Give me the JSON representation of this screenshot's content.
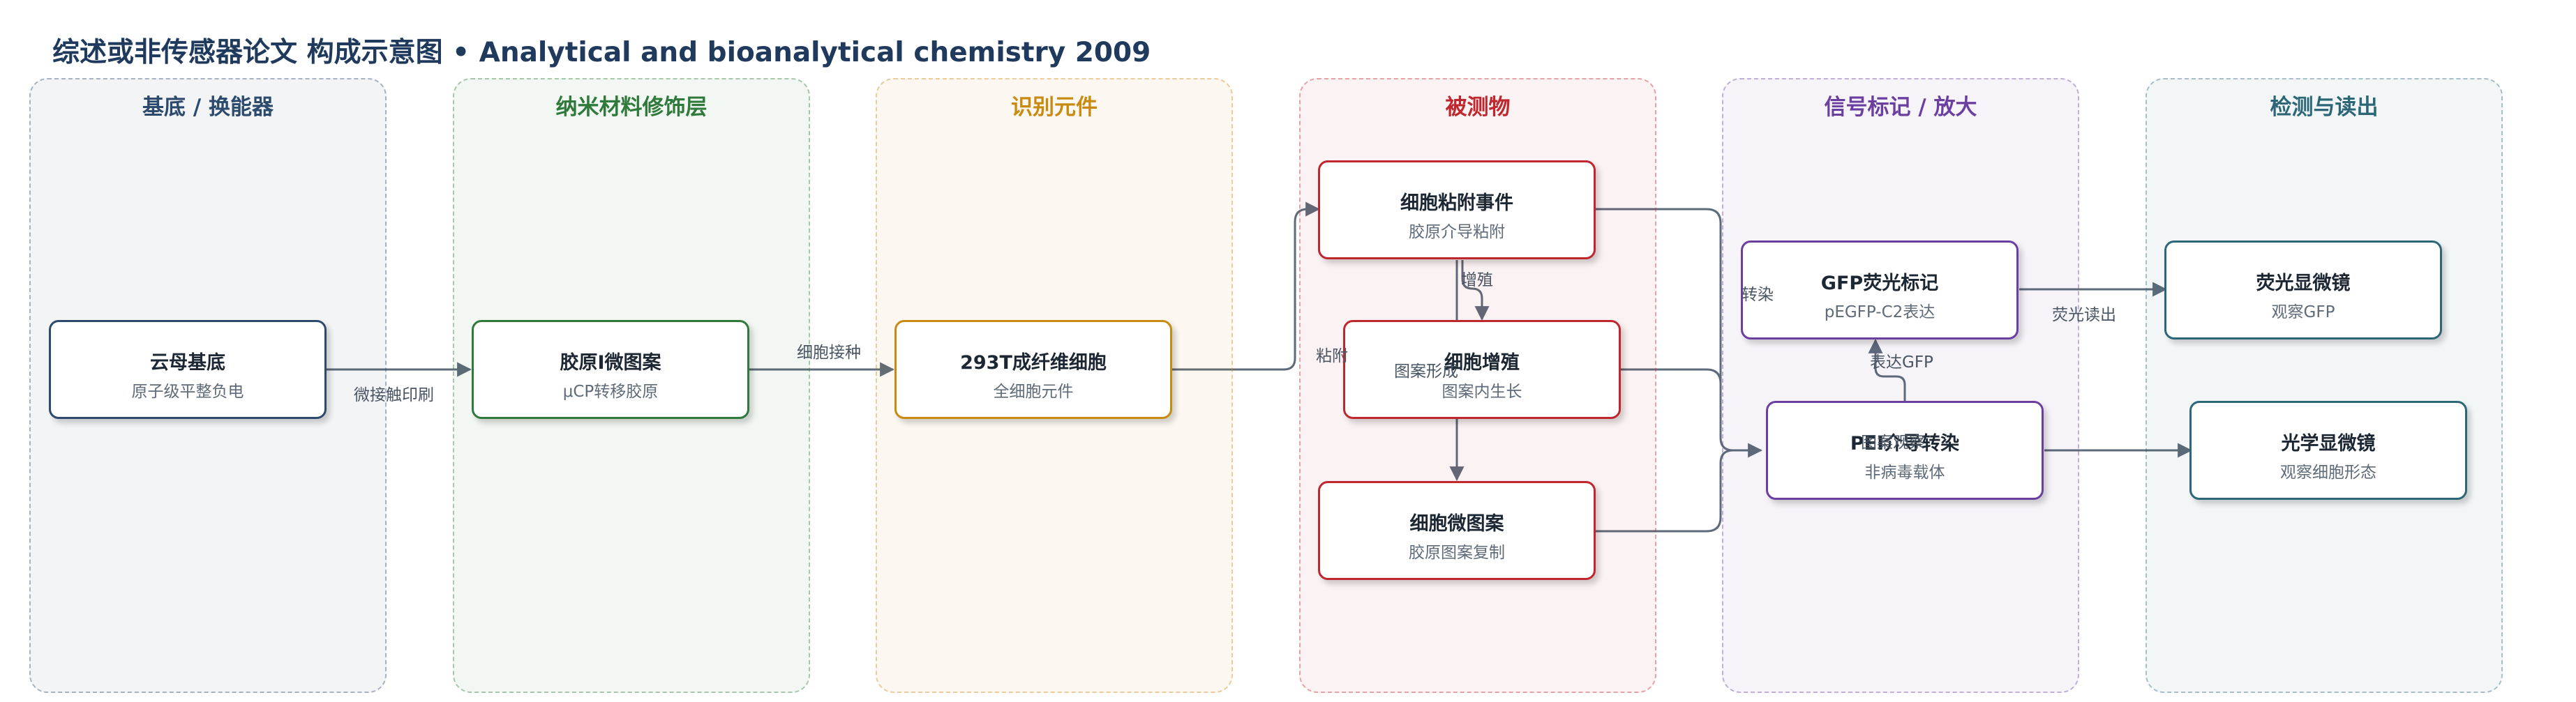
{
  "header": {
    "title": "综述或非传感器论文 构成示意图 • Analytical and bioanalytical chemistry 2009"
  },
  "colors": {
    "edge": "#5d6b7a",
    "substrate": "#2c4a6e",
    "nanomaterial": "#2f7a3a",
    "recognition": "#c98a12",
    "analyte": "#c0262d",
    "signal": "#6a3fa0",
    "detection": "#2c6677"
  },
  "columns": [
    {
      "id": "substrate",
      "title": "基底 / 换能器"
    },
    {
      "id": "nanomaterial",
      "title": "纳米材料修饰层"
    },
    {
      "id": "recognition",
      "title": "识别元件"
    },
    {
      "id": "analyte",
      "title": "被测物"
    },
    {
      "id": "signal",
      "title": "信号标记 / 放大"
    },
    {
      "id": "detection",
      "title": "检测与读出"
    }
  ],
  "nodes": {
    "mica": {
      "title": "云母基底",
      "subtitle": "原子级平整负电"
    },
    "collagen": {
      "title": "胶原I微图案",
      "subtitle": "μCP转移胶原"
    },
    "hek293t": {
      "title": "293T成纤维细胞",
      "subtitle": "全细胞元件"
    },
    "adhesion": {
      "title": "细胞粘附事件",
      "subtitle": "胶原介导粘附"
    },
    "proliferation": {
      "title": "细胞增殖",
      "subtitle": "图案内生长"
    },
    "micropattern": {
      "title": "细胞微图案",
      "subtitle": "胶原图案复制"
    },
    "gfp": {
      "title": "GFP荧光标记",
      "subtitle": "pEGFP-C2表达"
    },
    "pei": {
      "title": "PEI介导转染",
      "subtitle": "非病毒载体"
    },
    "fluor_micro": {
      "title": "荧光显微镜",
      "subtitle": "观察GFP"
    },
    "optical_micro": {
      "title": "光学显微镜",
      "subtitle": "观察细胞形态"
    }
  },
  "edges": [
    {
      "id": "e1",
      "label": "微接触印刷"
    },
    {
      "id": "e2",
      "label": "细胞接种"
    },
    {
      "id": "e3",
      "label": "粘附"
    },
    {
      "id": "e4",
      "label": "增殖"
    },
    {
      "id": "e5",
      "label": "图案形成"
    },
    {
      "id": "e6",
      "label": "转染"
    },
    {
      "id": "e7",
      "label": "表达GFP"
    },
    {
      "id": "e8",
      "label": "荧光读出"
    },
    {
      "id": "e9",
      "label": "图案观察"
    }
  ]
}
